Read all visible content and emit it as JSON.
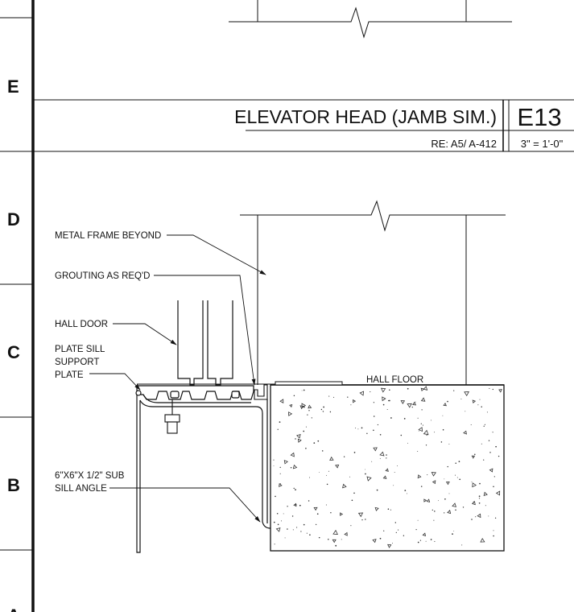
{
  "grid_letters": [
    "E",
    "D",
    "C",
    "B",
    "A"
  ],
  "title_block": {
    "title": "ELEVATOR HEAD (JAMB SIM.)",
    "detail_number": "E13",
    "reference": "RE: A5/ A-412",
    "scale": "3\" = 1'-0\""
  },
  "notes": {
    "metal_frame": "METAL FRAME BEYOND",
    "grouting": "GROUTING AS REQ'D",
    "hall_door": "HALL DOOR",
    "plate_sill_1": "PLATE SILL",
    "plate_sill_2": "SUPPORT",
    "plate_sill_3": "PLATE",
    "sub_sill_1": "6\"X6\"X 1/2\" SUB",
    "sub_sill_2": "SILL ANGLE",
    "hall_floor": "HALL FLOOR"
  },
  "colors": {
    "line": "#111111",
    "background": "#ffffff"
  }
}
